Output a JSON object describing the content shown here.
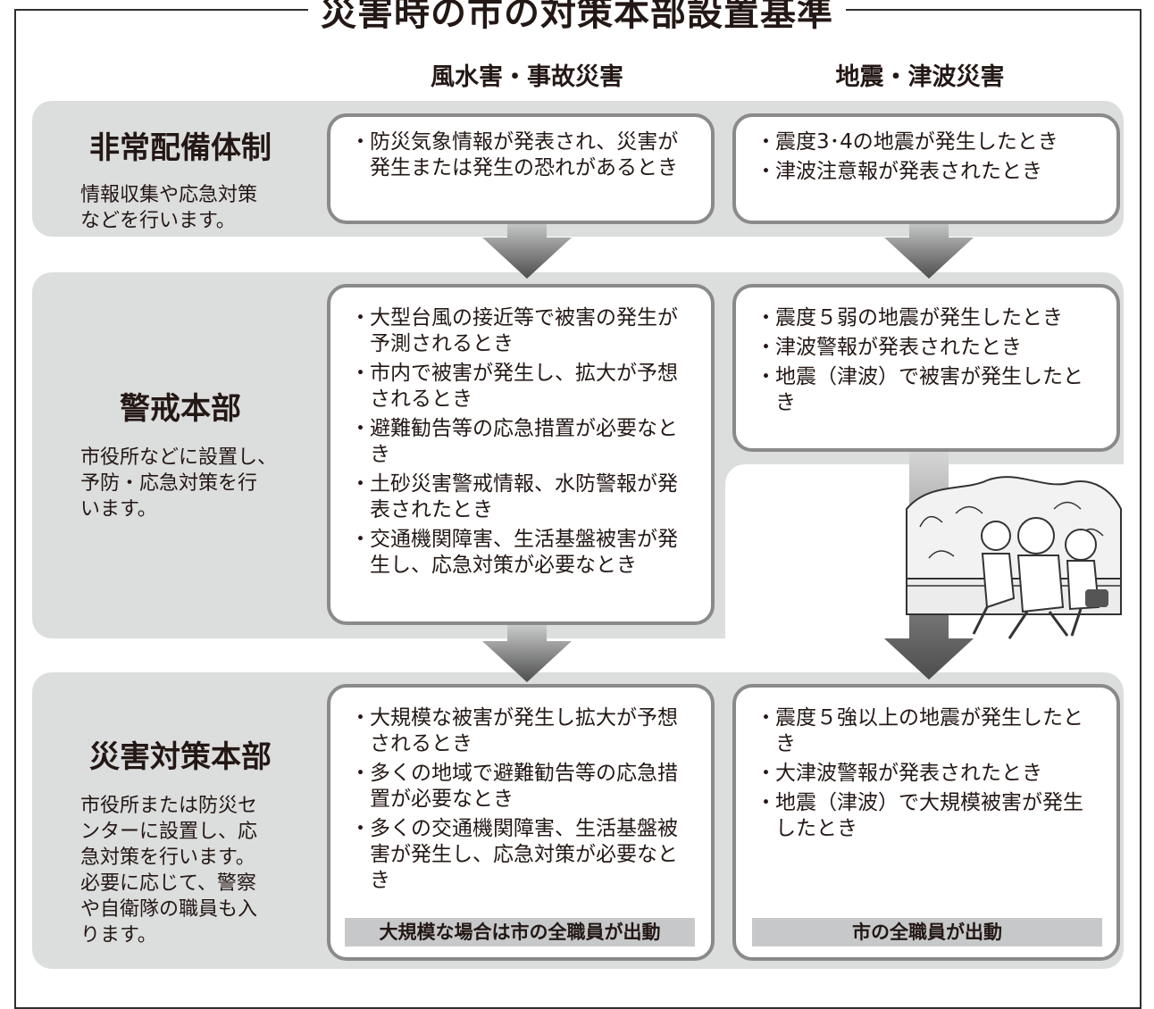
{
  "title": "災害時の市の対策本部設置基準",
  "columns": {
    "left": "風水害・事故災害",
    "right": "地震・津波災害"
  },
  "levels": [
    {
      "name": "非常配備体制",
      "description": [
        "情報収集や応急対策",
        "などを行います。"
      ],
      "storm": [
        "防災気象情報が発表され、災害が発生または発生の恐れがあるとき"
      ],
      "quake": [
        "震度3･4の地震が発生したとき",
        "津波注意報が発表されたとき"
      ]
    },
    {
      "name": "警戒本部",
      "description": [
        "市役所などに設置し、",
        "予防・応急対策を行",
        "います。"
      ],
      "storm": [
        "大型台風の接近等で被害の発生が予測されるとき",
        "市内で被害が発生し、拡大が予想されるとき",
        "避難勧告等の応急措置が必要なとき",
        "土砂災害警戒情報、水防警報が発表されたとき",
        "交通機関障害、生活基盤被害が発生し、応急対策が必要なとき"
      ],
      "quake": [
        "震度５弱の地震が発生したとき",
        "津波警報が発表されたとき",
        "地震（津波）で被害が発生したとき"
      ]
    },
    {
      "name": "災害対策本部",
      "description": [
        "市役所または防災セ",
        "ンターに設置し、応",
        "急対策を行います。",
        "必要に応じて、警察",
        "や自衛隊の職員も入",
        "ります。"
      ],
      "storm": [
        "大規模な被害が発生し拡大が予想されるとき",
        "多くの地域で避難勧告等の応急措置が必要なとき",
        "多くの交通機関障害、生活基盤被害が発生し、応急対策が必要なとき"
      ],
      "quake": [
        "震度５強以上の地震が発生したとき",
        "大津波警報が発表されたとき",
        "地震（津波）で大規模被害が発生したとき"
      ],
      "storm_note": "大規模な場合は市の全職員が出動",
      "quake_note": "市の全職員が出動"
    }
  ],
  "colors": {
    "band": "#dcdddd",
    "card_border": "#8a8a8a",
    "note": "#c7c8c9",
    "arrow": "#5a5a5a"
  },
  "icons": {
    "arrow": "down-arrow",
    "illustration": "family-fleeing-tsunami-illustration"
  }
}
